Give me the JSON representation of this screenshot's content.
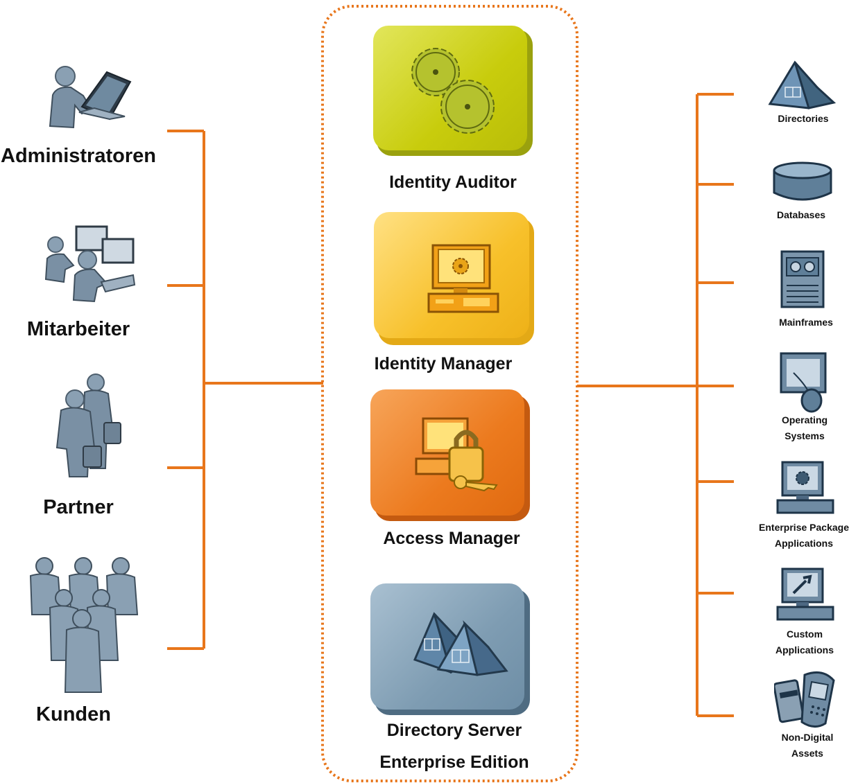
{
  "users": {
    "admins": "Administratoren",
    "staff": "Mitarbeiter",
    "partner": "Partner",
    "customers": "Kunden"
  },
  "products": {
    "auditor": "Identity Auditor",
    "manager": "Identity Manager",
    "access": "Access Manager",
    "directory_line1": "Directory Server",
    "directory_line2": "Enterprise Edition"
  },
  "resources": {
    "directories": "Directories",
    "databases": "Databases",
    "mainframes": "Mainframes",
    "os_line1": "Operating",
    "os_line2": "Systems",
    "epa_line1": "Enterprise Package",
    "epa_line2": "Applications",
    "custom_line1": "Custom",
    "custom_line2": "Applications",
    "nondigital_line1": "Non-Digital",
    "nondigital_line2": "Assets"
  },
  "colors": {
    "connector": "#e8761b",
    "auditor_tile": "#c8cc0c",
    "manager_tile": "#f7c02a",
    "access_tile": "#ec7a1e",
    "directory_tile": "#7e9cb2",
    "person": "#8aa0b3"
  },
  "icons": {
    "admins": "person-laptop-icon",
    "staff": "people-computers-icon",
    "partner": "business-people-icon",
    "customers": "crowd-icon",
    "auditor": "gears-icon",
    "manager": "computer-gear-icon",
    "access": "computer-padlock-icon",
    "directory": "directory-pyramids-icon",
    "directories": "pyramid-icon",
    "databases": "database-icon",
    "mainframes": "mainframe-icon",
    "os": "monitor-mouse-icon",
    "epa": "computer-gear-icon",
    "custom": "computer-wrench-icon",
    "nondigital": "phone-card-icon"
  }
}
